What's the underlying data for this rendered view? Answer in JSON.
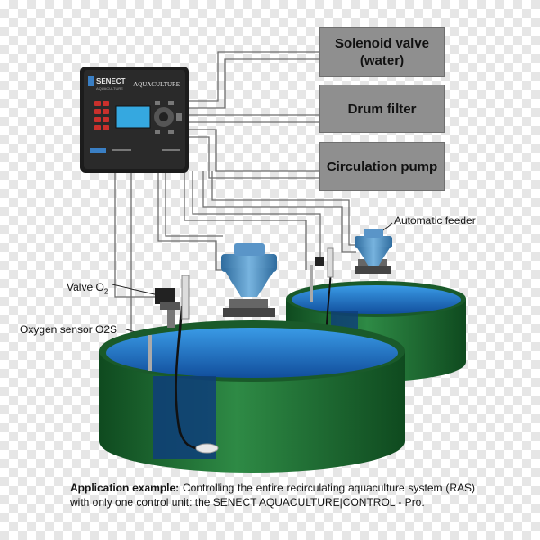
{
  "boxes": {
    "solenoid": "Solenoid valve\n(water)",
    "drum": "Drum filter",
    "pump": "Circulation pump"
  },
  "controller": {
    "brand": "SENECT",
    "brand_sub": "AQUACULTURE",
    "product": "AQUACULTURE"
  },
  "labels": {
    "feeder": "Automatic feeder",
    "valve": "Valve O",
    "valve_sub": "2",
    "sensor": "Oxygen sensor O2S"
  },
  "caption": {
    "bold": "Application example:",
    "text": " Controlling the entire recirculating aquaculture system (RAS) with only one control unit: the SENECT AQUACULTURE|CONTROL - Pro."
  },
  "colors": {
    "box": "#8f8f8f",
    "tank": "#1f6b33",
    "water": "#1f75c9",
    "controller": "#222222",
    "screen": "#35a8e0"
  }
}
